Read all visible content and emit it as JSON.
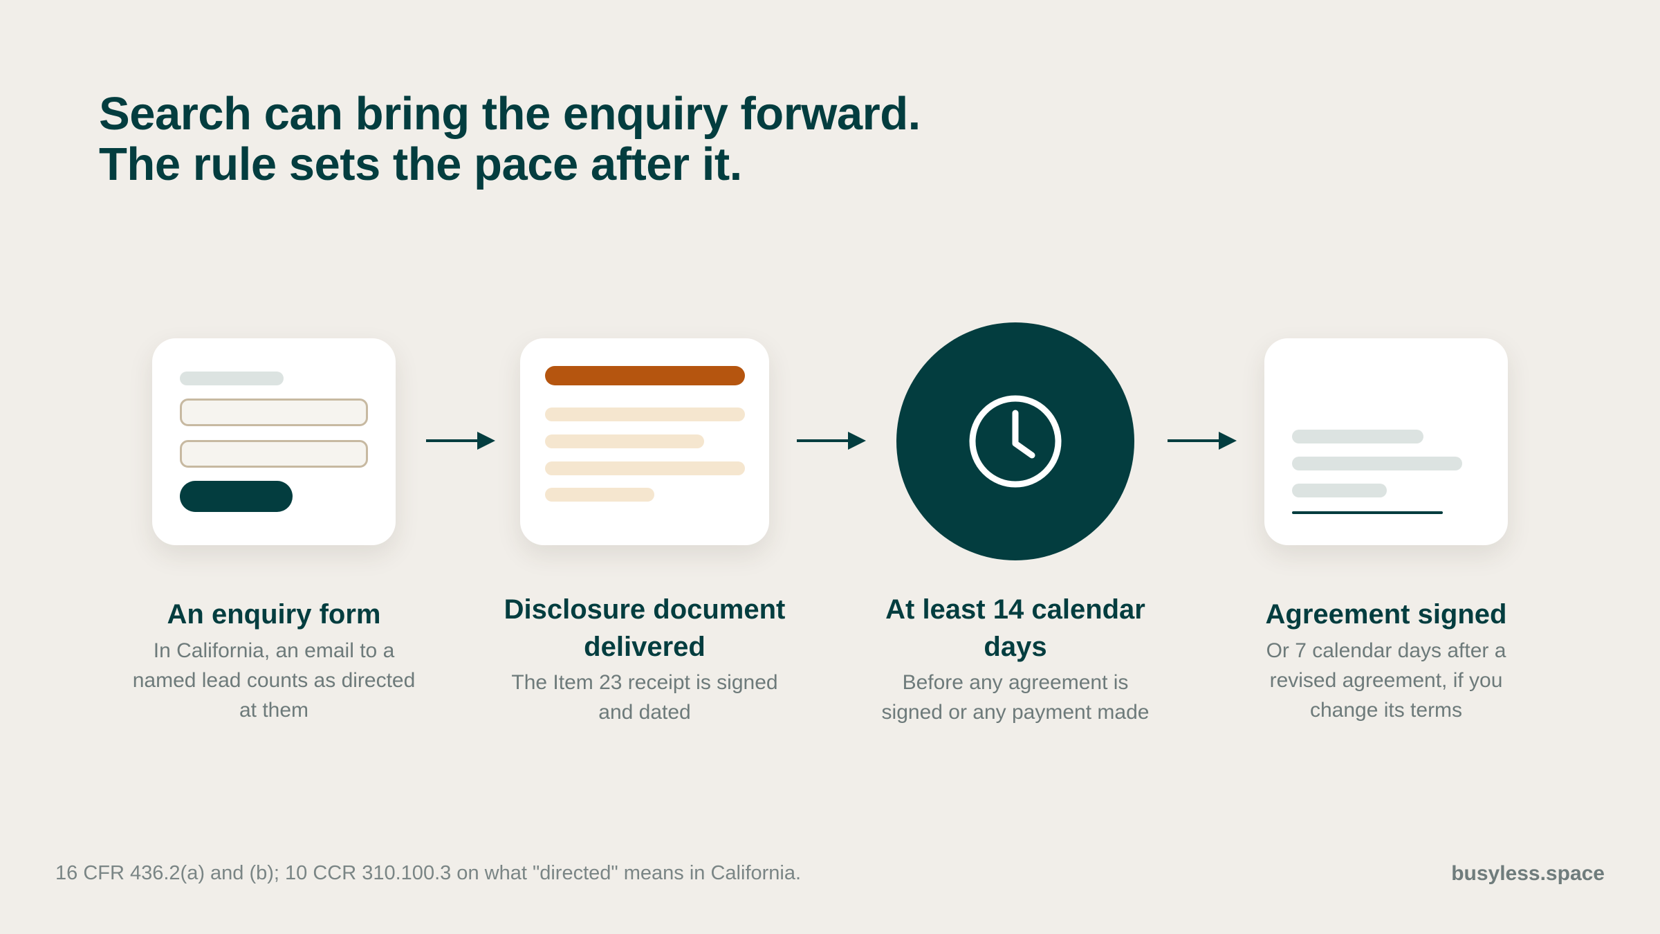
{
  "title": {
    "line1": "Search can bring the enquiry forward.",
    "line2": "The rule sets the pace after it."
  },
  "steps": [
    {
      "icon": "enquiry-form-icon",
      "title": "An enquiry form",
      "description": "In California, an email to a named lead counts as directed at them"
    },
    {
      "icon": "disclosure-document-icon",
      "title": "Disclosure document delivered",
      "description": "The Item 23 receipt is signed and dated"
    },
    {
      "icon": "clock-icon",
      "title": "At least 14 calendar days",
      "description": "Before any agreement is signed or any payment made"
    },
    {
      "icon": "signed-agreement-icon",
      "title": "Agreement signed",
      "description": "Or 7 calendar days after a revised agreement, if you change its terms"
    }
  ],
  "footnote": "16 CFR 436.2(a) and (b); 10 CCR 310.100.3 on what \"directed\" means in California.",
  "brand": "busyless.space",
  "colors": {
    "background": "#f1eee9",
    "primary": "#033d3f",
    "accent": "#b5550f",
    "muted_line": "#dce3e1",
    "document_line": "#f5e6cf"
  }
}
